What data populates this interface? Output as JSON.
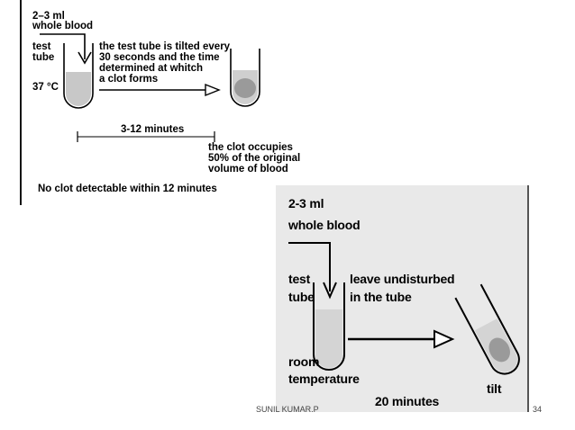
{
  "panel1": {
    "volume": "2–3 ml",
    "blood": "whole blood",
    "test_tube_1": "test",
    "test_tube_2": "tube",
    "temp": "37 °C",
    "desc_lines": [
      "the test tube is tilted every",
      "30 seconds and the time",
      "determined at whitch",
      "a clot forms"
    ],
    "duration": "3-12 minutes",
    "clot_lines": [
      "the clot occupies",
      "50% of the original",
      "volume of blood"
    ],
    "no_clot": "No clot detectable within 12 minutes"
  },
  "panel2": {
    "volume": "2-3 ml",
    "blood": "whole blood",
    "test_tube_1": "test",
    "test_tube_2": "tube",
    "leave_lines": [
      "leave undisturbed",
      "in the tube"
    ],
    "room_1": "room",
    "room_2": "temperature",
    "tilt": "tilt",
    "duration": "20 minutes"
  },
  "footer": {
    "author": "SUNIL KUMAR.P",
    "page": "34"
  },
  "colors": {
    "blood_fill": "#c8c8c8",
    "clot_fill": "#9a9a9a",
    "panel2_bg": "#e9e9e9"
  }
}
